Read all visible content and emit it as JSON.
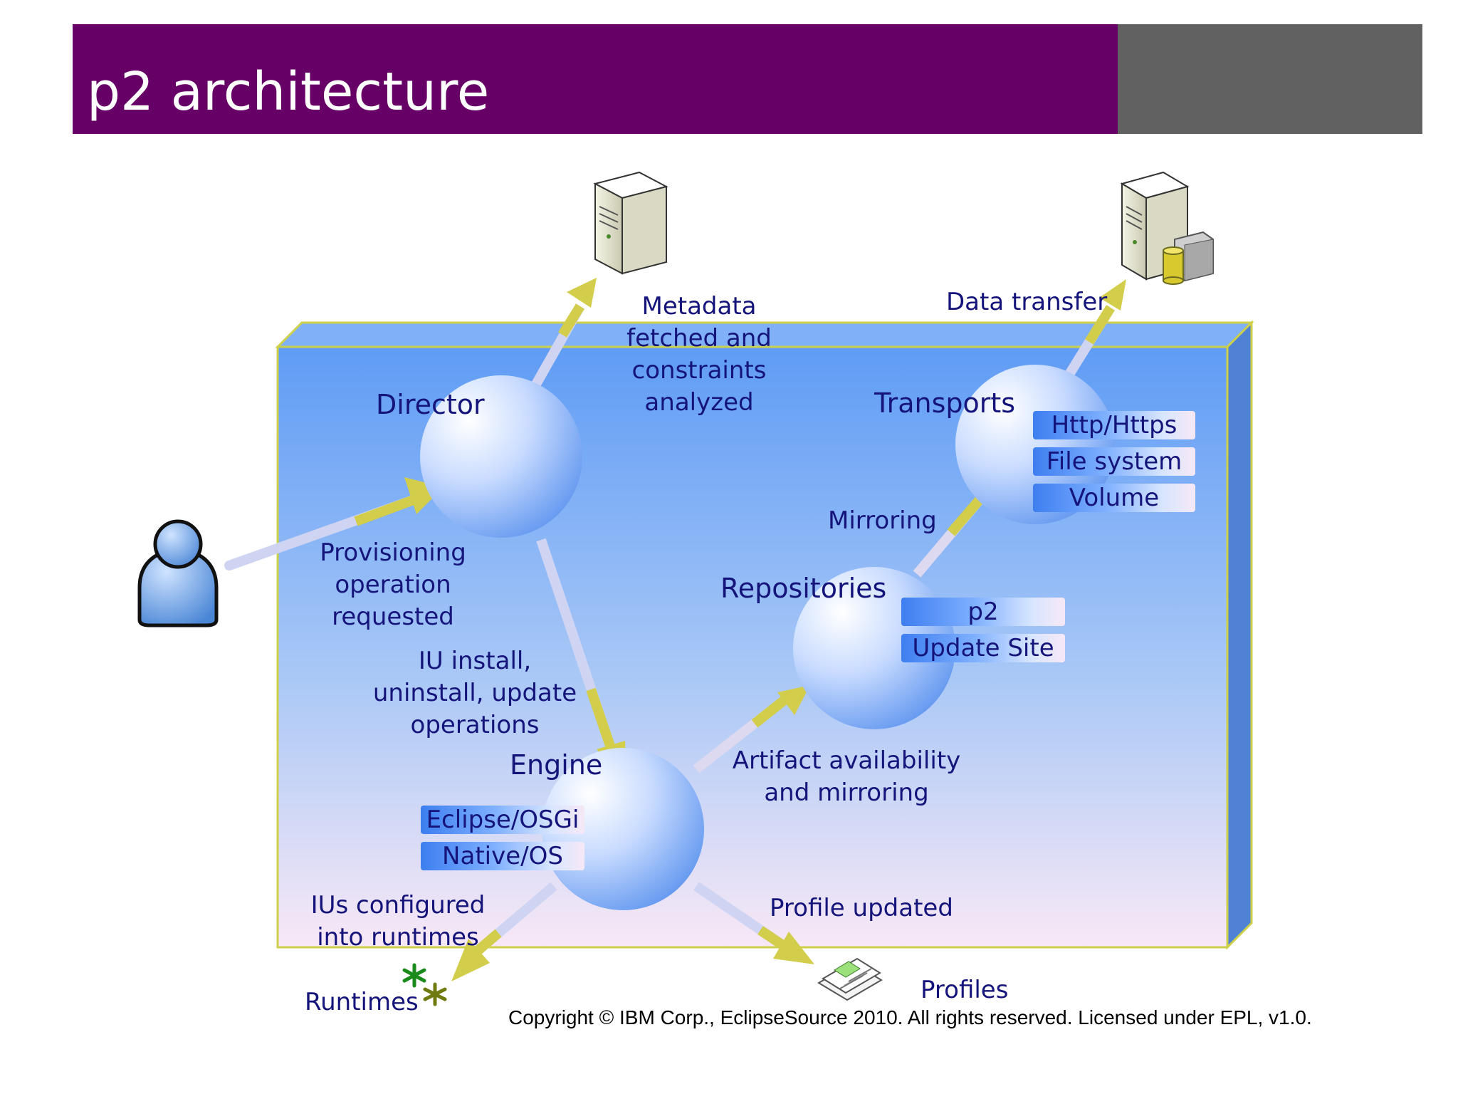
{
  "title": "p2 architecture",
  "copyright": "Copyright © IBM Corp., EclipseSource 2010. All rights reserved.  Licensed under EPL, v1.0.",
  "components": {
    "director": "Director",
    "engine": "Engine",
    "repositories": "Repositories",
    "transports": "Transports"
  },
  "engine_tags": [
    "Eclipse/OSGi",
    "Native/OS"
  ],
  "repository_tags": [
    "p2",
    "Update Site"
  ],
  "transport_tags": [
    "Http/Https",
    "File system",
    "Volume"
  ],
  "flows": {
    "provisioning": [
      "Provisioning",
      "operation",
      "requested"
    ],
    "metadata": [
      "Metadata",
      "fetched and",
      "constraints",
      "analyzed"
    ],
    "iu_ops": [
      "IU install,",
      "uninstall, update",
      "operations"
    ],
    "artifact": [
      "Artifact availability",
      "and mirroring"
    ],
    "mirroring": "Mirroring",
    "data_transfer": "Data transfer",
    "ius_configured": [
      "IUs configured",
      "into runtimes"
    ],
    "profile_updated": "Profile updated"
  },
  "outputs": {
    "runtimes": "Runtimes",
    "profiles": "Profiles"
  },
  "colors": {
    "banner": "#660066",
    "banner_accent": "#616161",
    "text": "#14147a",
    "box_top": "#5f9cf5",
    "box_bottom": "#f8e8f6",
    "box_border": "#cfd04a"
  }
}
